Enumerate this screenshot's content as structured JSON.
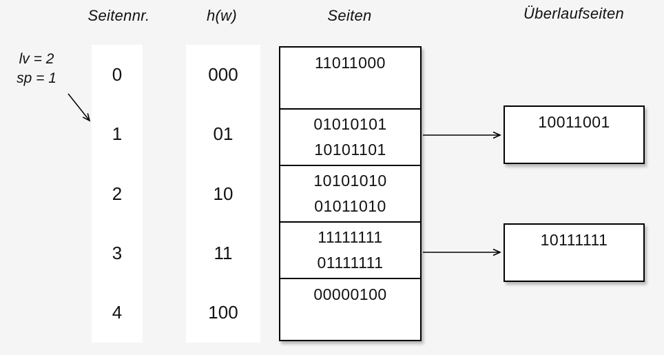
{
  "diagram": {
    "title_semantic": "linear-hashing-overflow-diagram",
    "bg_color": "#f5f5f5",
    "box_fill": "#ffffff",
    "line_color": "#000000",
    "text_color": "#111111"
  },
  "headers": {
    "page_number": "Seitennr.",
    "hash": "h(w)",
    "pages": "Seiten",
    "overflow_pages": "Überlaufseiten"
  },
  "annotation": {
    "line1": "lv = 2",
    "line2": "sp = 1"
  },
  "rows": [
    {
      "nr": "0",
      "hash": "000",
      "entries": [
        "11011000"
      ],
      "overflow": ""
    },
    {
      "nr": "1",
      "hash": "01",
      "entries": [
        "01010101",
        "10101101"
      ],
      "overflow": "10011001"
    },
    {
      "nr": "2",
      "hash": "10",
      "entries": [
        "10101010",
        "01011010"
      ],
      "overflow": ""
    },
    {
      "nr": "3",
      "hash": "11",
      "entries": [
        "11111111",
        "01111111"
      ],
      "overflow": "10111111"
    },
    {
      "nr": "4",
      "hash": "100",
      "entries": [
        "00000100"
      ],
      "overflow": ""
    }
  ]
}
